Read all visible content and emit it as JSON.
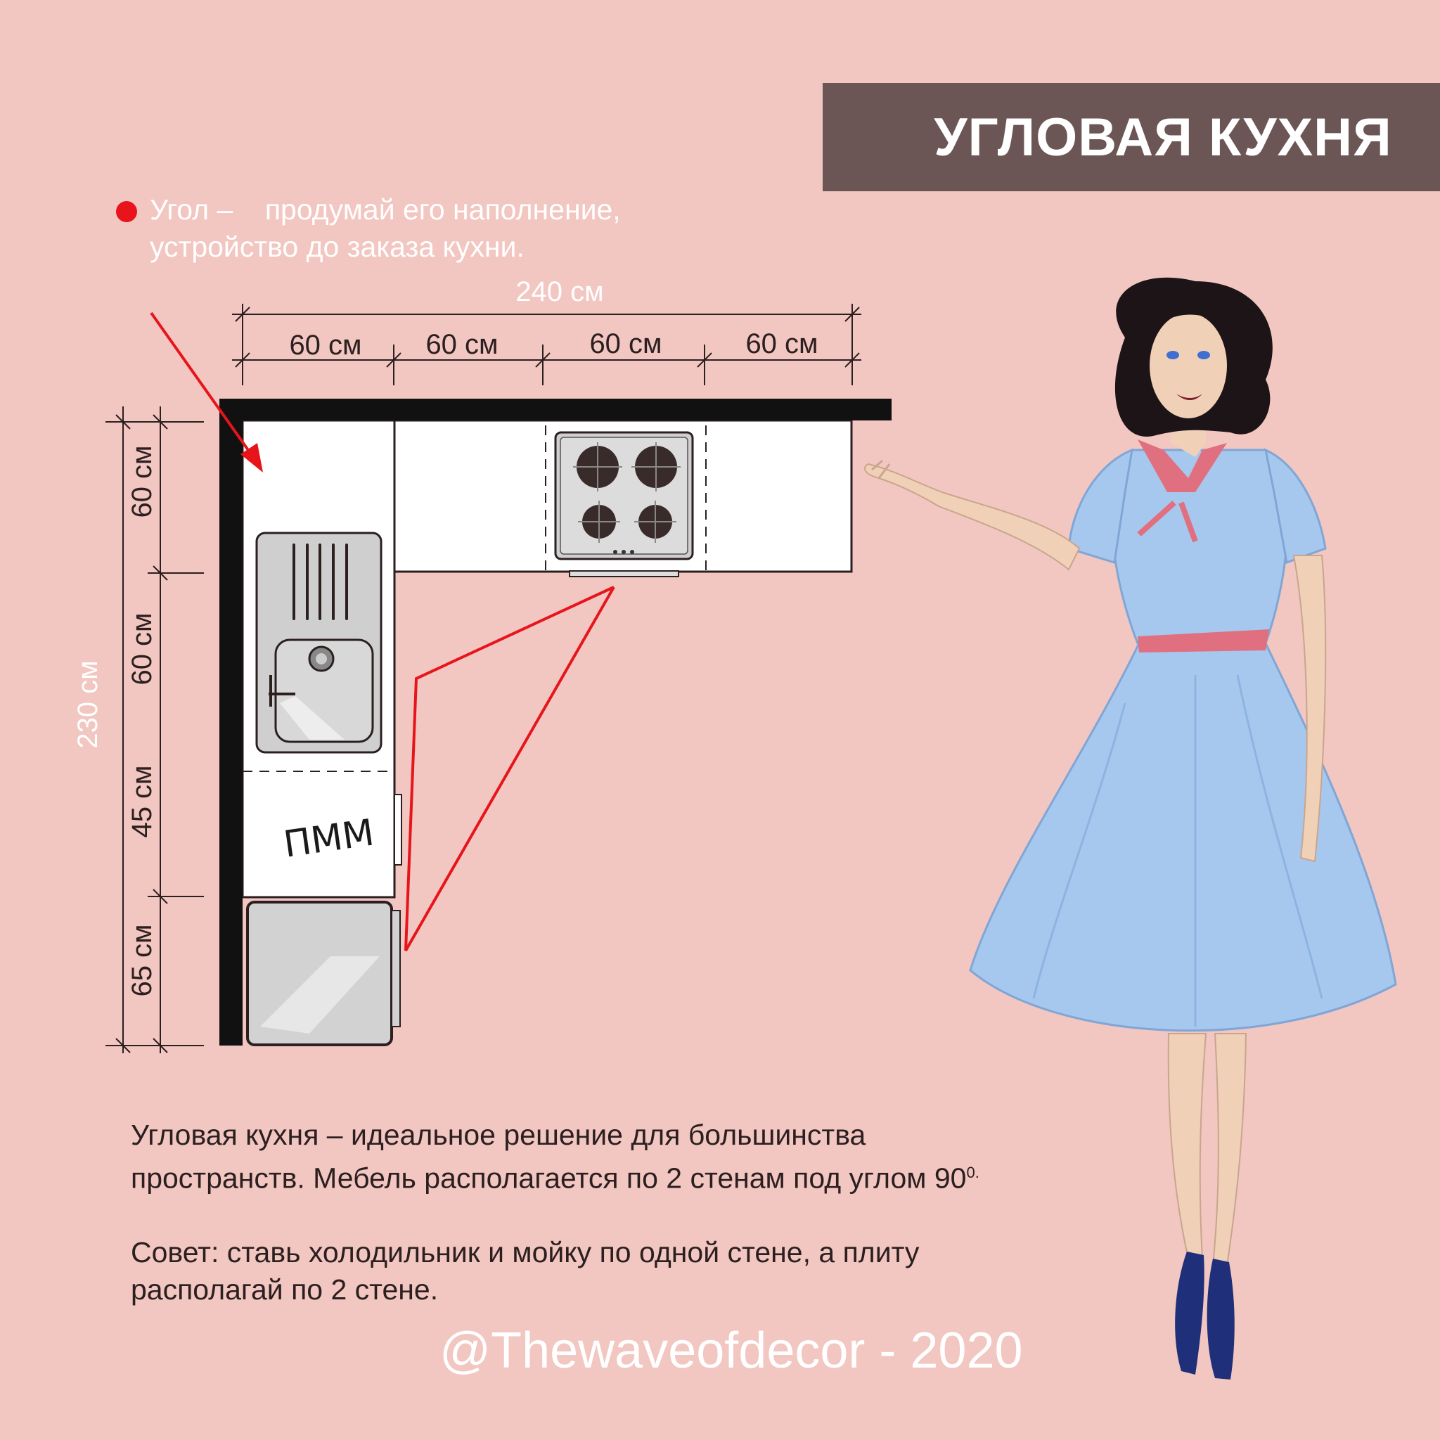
{
  "header": {
    "title": "УГЛОВАЯ КУХНЯ"
  },
  "note": {
    "line1": "Угол –    продумай его наполнение,",
    "line2": "устройство до заказа кухни."
  },
  "dimensions": {
    "top_total": "240 см",
    "top_segments": [
      "60 см",
      "60 см",
      "60 см",
      "60 см"
    ],
    "left_total": "230 см",
    "left_segments": [
      "60 см",
      "60 см",
      "45 см",
      "65 см"
    ]
  },
  "appliances": {
    "dishwasher": "ПММ"
  },
  "description": {
    "para1_line1": "Угловая кухня – идеальное решение для большинства",
    "para1_line2": "пространств. Мебель располагается по 2 стенам под углом 90",
    "para1_sup": "0.",
    "para2_line1": "Совет: ставь холодильник и мойку по одной стене, а плиту",
    "para2_line2": "располагай по 2 стене."
  },
  "credit": "@Thewaveofdecor - 2020",
  "colors": {
    "background": "#f2c6c1",
    "title_box": "#6b5655",
    "accent_red": "#e8141b",
    "dress": "#a7c8ee"
  }
}
